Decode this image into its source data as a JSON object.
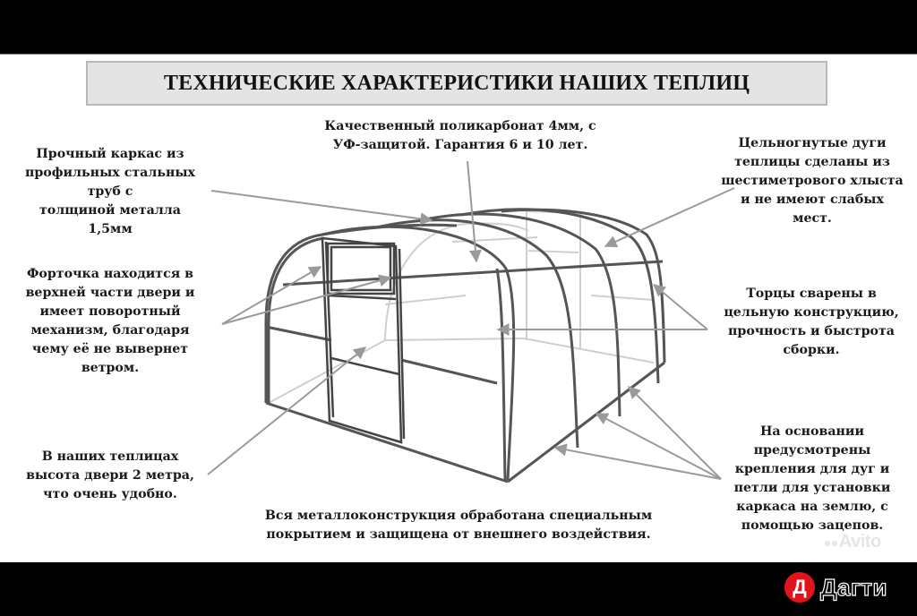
{
  "title": "ТЕХНИЧЕСКИЕ ХАРАКТЕРИСТИКИ НАШИХ ТЕПЛИЦ",
  "notes": {
    "frame": "Прочный каркас из\nпрофильных стальных\nтруб с\nтолщиной металла\n1,5мм",
    "fortochka": "Форточка находится в\nверхней части двери и\nимеет поворотный\nмеханизм, благодаря\nчему её не вывернет\nветром.",
    "door": "В наших теплицах\nвысота двери 2 метра,\nчто очень удобно.",
    "polycarbonate": "Качественный поликарбонат 4мм, с\nУФ-защитой. Гарантия 6 и 10 лет.",
    "arcs": "Цельногнутые дуги\nтеплицы сделаны из\nшестиметрового хлыста\nи не имеют слабых\nмест.",
    "ends": "Торцы сварены в\nцельную конструкцию,\nпрочность и быстрота\nсборки.",
    "base": "На основании\nпредусмотрены\nкрепления для дуг и\nпетли для установки\nкаркаса на землю, с\nпомощью зацепов.",
    "coating": "Вся металлоконструкция обработана специальным\nпокрытием и защищена от внешнего воздействия."
  },
  "watermark": {
    "avito": "Avito"
  },
  "brand": {
    "badge_letter": "Д",
    "name": "Дагти",
    "badge_color": "#e3131b"
  },
  "colors": {
    "frame_stroke": "#555555",
    "ghost_stroke": "#c8c8c8",
    "leader_stroke": "#9a9a9a",
    "title_bg": "#e4e4e4"
  }
}
